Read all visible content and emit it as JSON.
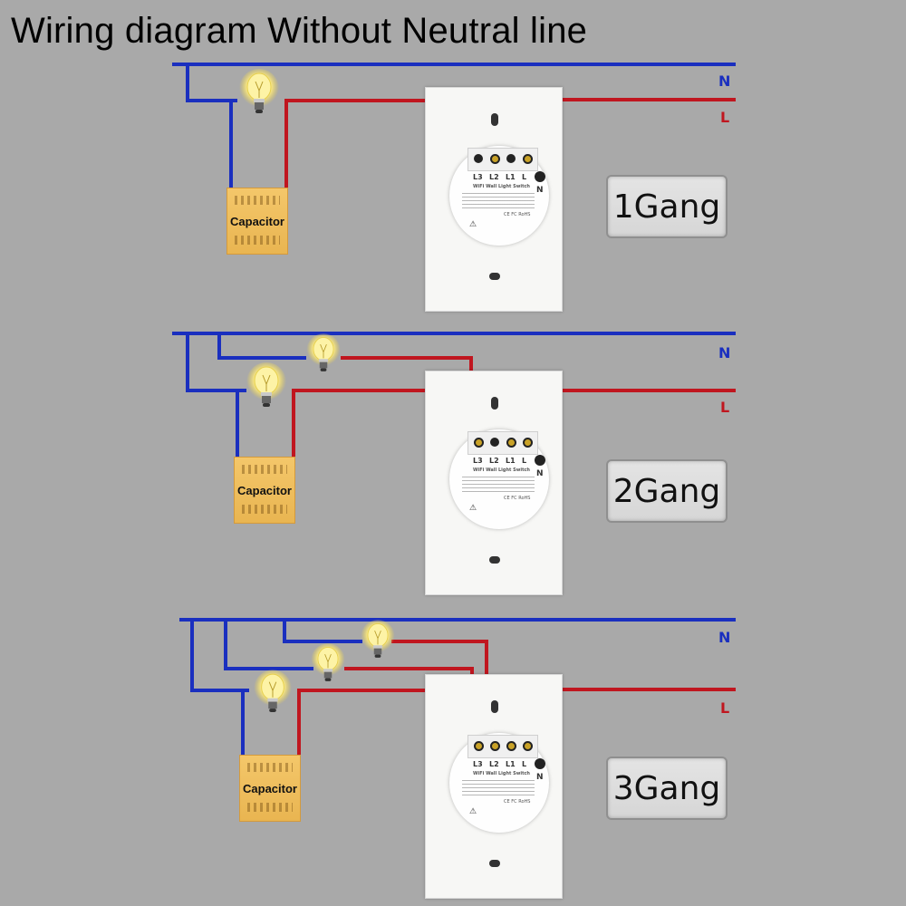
{
  "title": "Wiring diagram Without Neutral line",
  "colors": {
    "background": "#a9a9a9",
    "neutral_wire": "#1a2fbf",
    "live_wire": "#c0161f",
    "neutral_label": "#1a2fbf",
    "live_label": "#c0161f",
    "capacitor": "#f0bd5e",
    "bulb_glow": "#fff6a8"
  },
  "rail_labels": {
    "neutral": "N",
    "live": "L"
  },
  "capacitor_label": "Capacitor",
  "switch_module": {
    "terminals": [
      "L3",
      "L2",
      "L1",
      "L"
    ],
    "neutral_terminal": "N",
    "module_title": "WiFi Wall Light Switch",
    "certifications": "CE FC RoHS",
    "caution_icon": "warning-triangle-icon",
    "wifi_icon": "wifi-icon"
  },
  "panels": [
    {
      "id": "1gang",
      "label": "1Gang",
      "bulbs": 1,
      "used_terminals": [
        "L2",
        "L"
      ]
    },
    {
      "id": "2gang",
      "label": "2Gang",
      "bulbs": 2,
      "used_terminals": [
        "L3",
        "L1",
        "L"
      ]
    },
    {
      "id": "3gang",
      "label": "3Gang",
      "bulbs": 3,
      "used_terminals": [
        "L3",
        "L2",
        "L1",
        "L"
      ]
    }
  ]
}
